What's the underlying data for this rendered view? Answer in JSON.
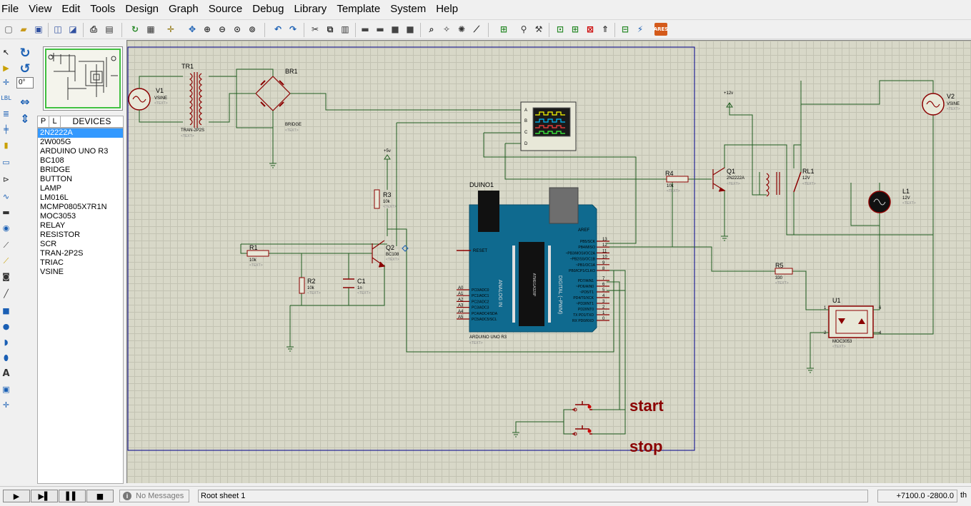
{
  "menu": [
    "File",
    "View",
    "Edit",
    "Tools",
    "Design",
    "Graph",
    "Source",
    "Debug",
    "Library",
    "Template",
    "System",
    "Help"
  ],
  "rotation": {
    "angle": "0°"
  },
  "devices": {
    "tab_p": "P",
    "tab_l": "L",
    "title": "DEVICES",
    "items": [
      "2N2222A",
      "2W005G",
      "ARDUINO UNO R3",
      "BC108",
      "BRIDGE",
      "BUTTON",
      "LAMP",
      "LM016L",
      "MCMP0805X7R1N",
      "MOC3053",
      "RELAY",
      "RESISTOR",
      "SCR",
      "TRAN-2P2S",
      "TRIAC",
      "VSINE"
    ],
    "selected_index": 0
  },
  "schematic": {
    "tr1": {
      "ref": "TR1",
      "value": "TRAN-2P2S",
      "text": "<TEXT>"
    },
    "v1": {
      "ref": "V1",
      "value": "VSINE",
      "text": "<TEXT>"
    },
    "br1": {
      "ref": "BR1",
      "value": "BRIDGE",
      "text": "<TEXT>"
    },
    "plus5": "+5v",
    "r3": {
      "ref": "R3",
      "value": "10k",
      "text": "<TEXT>"
    },
    "r1": {
      "ref": "R1",
      "value": "10k",
      "text": "<TEXT>"
    },
    "r2": {
      "ref": "R2",
      "value": "10k",
      "text": "<TEXT>"
    },
    "c1": {
      "ref": "C1",
      "value": "1n",
      "text": "<TEXT>"
    },
    "q2": {
      "ref": "Q2",
      "value": "BC108",
      "text": "<TEXT>"
    },
    "scope_channels": [
      "A",
      "B",
      "C",
      "D"
    ],
    "duino": {
      "ref": "DUINO1",
      "value": "ARDUINO UNO R3",
      "text": "<TEXT>",
      "aref": "AREF",
      "reset": "RESET",
      "analog_in": "ANALOG IN",
      "digital": "DIGITAL (~PWM)",
      "chip": "ATMEGA328P",
      "analog_pins": [
        "A0",
        "A1",
        "A2",
        "A3",
        "A4",
        "A5"
      ],
      "analog_labels": [
        "PC0/ADC0",
        "PC1/ADC1",
        "PC2/ADC2",
        "PC3/ADC3",
        "PC4/ADC4/SDA",
        "PC5/ADC5/SCL"
      ],
      "high_pins": [
        "13",
        "12",
        "11",
        "10",
        "9",
        "8"
      ],
      "high_labels": [
        "PB5/SCK",
        "PB4/MISO",
        "~PB3/MOSI/OC2A",
        "~PB2/SS/OC1B",
        "~PB1/OC1A",
        "PB0/ICP1/CLKO"
      ],
      "low_pins": [
        "7",
        "6",
        "5",
        "4",
        "3",
        "2",
        "1",
        "0"
      ],
      "low_labels": [
        "PD7/AIN1",
        "~PD6/AIN0",
        "~PD5/T1",
        "PD4/T0/XCK",
        "~PD3/INT1",
        "PD2/INT0",
        "TX PD1/TXD",
        "RX PD0/RXD"
      ]
    },
    "start_label": "start",
    "stop_label": "stop",
    "r4": {
      "ref": "R4",
      "value": "10k",
      "text": "<TEXT>"
    },
    "q1": {
      "ref": "Q1",
      "value": "2N2222A",
      "text": "<TEXT>"
    },
    "plus12": "+12v",
    "rl1": {
      "ref": "RL1",
      "value": "12V",
      "text": "<TEXT>"
    },
    "l1": {
      "ref": "L1",
      "value": "12V",
      "text": "<TEXT>"
    },
    "v2": {
      "ref": "V2",
      "value": "VSINE",
      "text": "<TEXT>"
    },
    "r5": {
      "ref": "R5",
      "value": "330",
      "text": "<TEXT>"
    },
    "u1": {
      "ref": "U1",
      "value": "MOC3053",
      "text": "<TEXT>",
      "pins": [
        "1",
        "2",
        "6",
        "4"
      ]
    }
  },
  "status": {
    "messages": "No Messages",
    "sheet": "Root sheet 1",
    "coords": "+7100.0   -2800.0",
    "units": "th"
  },
  "colors": {
    "wire": "#1f5c1f",
    "component": "#8b0000",
    "board": "#0f6a8f",
    "sheet_border": "#00008b",
    "selection": "#3399ff"
  }
}
